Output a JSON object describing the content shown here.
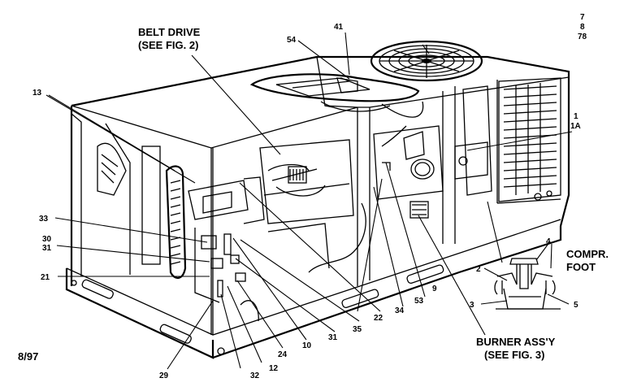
{
  "date_code": "8/97",
  "callouts": {
    "belt_drive": [
      "BELT DRIVE",
      "(SEE FIG. 2)"
    ],
    "burner_assy": [
      "BURNER ASS'Y",
      "(SEE FIG. 3)"
    ],
    "compr_foot": [
      "COMPR.",
      "FOOT"
    ]
  },
  "part_numbers": {
    "p7": "7",
    "p8": "8",
    "p78": "78",
    "p41": "41",
    "p54": "54",
    "p13": "13",
    "p1": "1",
    "p1a": "1A",
    "p33": "33",
    "p30": "30",
    "p31a": "31",
    "p21": "21",
    "p4": "4",
    "p2": "2",
    "p3": "3",
    "p5": "5",
    "p53": "53",
    "p9": "9",
    "p34": "34",
    "p22": "22",
    "p35": "35",
    "p31b": "31",
    "p10": "10",
    "p24": "24",
    "p12": "12",
    "p32": "32",
    "p29": "29"
  }
}
